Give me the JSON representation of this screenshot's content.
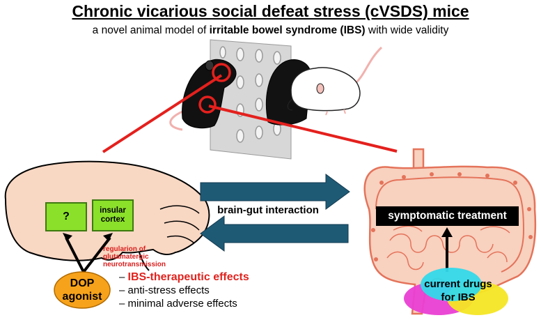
{
  "header": {
    "title": "Chronic vicarious social defeat stress (cVSDS) mice",
    "subtitle_pre": "a novel animal model of ",
    "subtitle_bold": "irritable bowel syndrome (IBS)",
    "subtitle_post": " with wide validity"
  },
  "brain": {
    "unknown_region": "?",
    "insular_cortex": "insular cortex",
    "regulation_note": "regularion of glutamatergic neurotransmission"
  },
  "dop": {
    "label": "DOP agonist",
    "effects": [
      "IBS-therapeutic effects",
      "anti-stress effects",
      "minimal adverse effects"
    ],
    "bullet": "–"
  },
  "interaction": {
    "label": "brain-gut interaction"
  },
  "gut": {
    "treatment": "symptomatic treatment",
    "drugs": "current drugs for IBS"
  },
  "colors": {
    "brain_fill": "#f8d7c3",
    "gut_fill": "#f8d1bf",
    "gut_outline": "#e4735a",
    "region_box": "#8be02a",
    "arrow": "#1f5a75",
    "highlight_red": "#e4201d",
    "dop_fill": "#f7a21b",
    "venn_magenta": "#e93fd3",
    "venn_yellow": "#f4e624",
    "venn_cyan": "#33d9ea"
  }
}
